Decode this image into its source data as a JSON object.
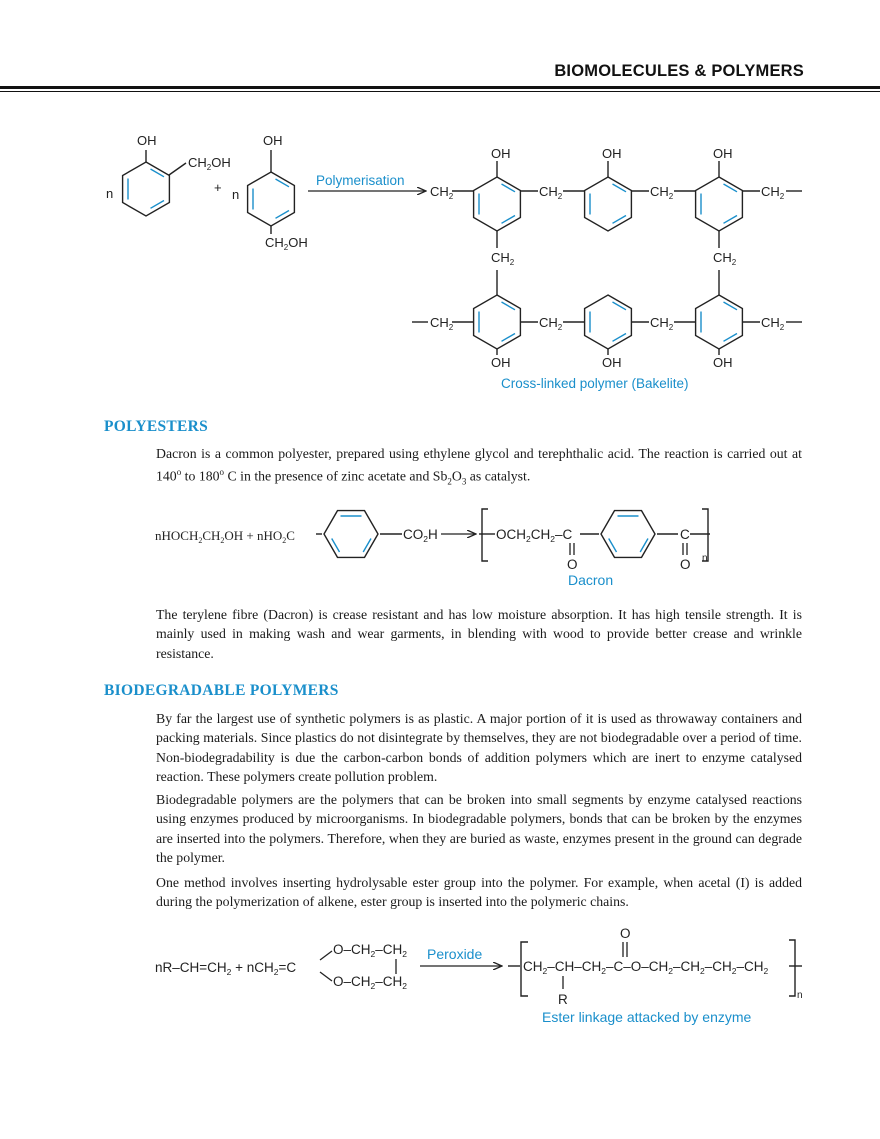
{
  "header": {
    "title": "BIOMOLECULES & POLYMERS"
  },
  "bakelite_scheme": {
    "reactant_count": "n",
    "plus": "+",
    "arrow_label": "Polymerisation",
    "caption": "Cross-linked polymer (Bakelite)"
  },
  "polyesters": {
    "heading": "POLYESTERS",
    "intro_parts": [
      "Dacron is a common polyester, prepared using ethylene glycol and terephthalic acid. The reaction is carried out at 140",
      "o",
      " to 180",
      "o",
      " C in the presence of zinc acetate and Sb",
      "2",
      "O",
      "3",
      " as catalyst."
    ],
    "reaction_caption": "Dacron",
    "description": "The terylene fibre (Dacron) is crease resistant and has low moisture absorption. It has high tensile strength. It is mainly used in making wash and wear garments, in blending with wood to provide better crease and wrinkle resistance."
  },
  "biodegradable": {
    "heading": "BIODEGRADABLE  POLYMERS",
    "para1": "By far the largest use of synthetic polymers is as plastic. A major portion of it is used as throwaway containers and packing materials. Since plastics do not disintegrate by themselves, they are not biodegradable over a period of time. Non-biodegradability is due the carbon-carbon bonds of addition polymers which are inert to enzyme catalysed reaction. These polymers create pollution problem.",
    "para2": "Biodegradable polymers are the polymers that can be broken into small segments by enzyme catalysed reactions using enzymes produced by microorganisms. In biodegradable polymers, bonds that can be broken by the enzymes are inserted into the polymers. Therefore, when they are buried as waste, enzymes present in the ground can degrade the polymer.",
    "para3": "One method involves inserting hydrolysable ester group into the polymer. For example, when acetal (I) is added during the polymerization of alkene, ester group is inserted into the polymeric chains.",
    "arrow_label": "Peroxide",
    "caption": "Ester linkage attacked by enzyme"
  }
}
